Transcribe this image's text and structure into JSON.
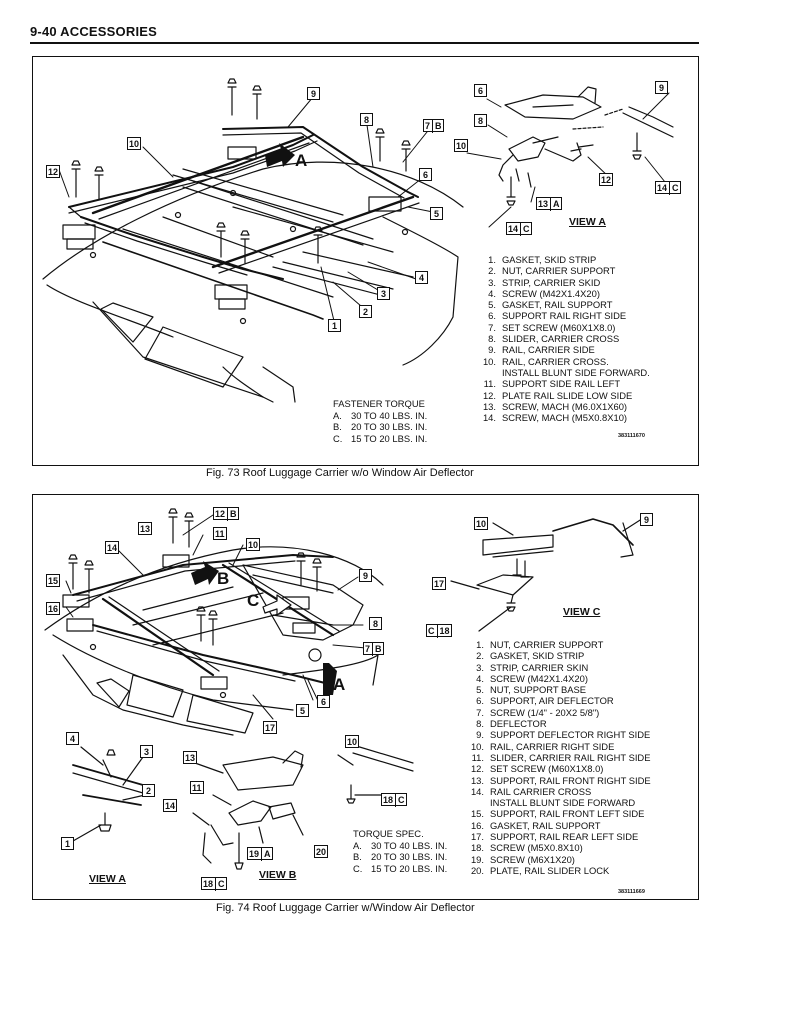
{
  "header": {
    "page": "9-40",
    "section": "ACCESSORIES"
  },
  "fig73": {
    "caption": "Fig. 73 Roof Luggage Carrier w/o Window Air Deflector",
    "view_label": "VIEW A",
    "torque_title": "FASTENER TORQUE",
    "torque": [
      {
        "l": "A.",
        "v": "30 TO 40 LBS. IN."
      },
      {
        "l": "B.",
        "v": "20 TO 30 LBS. IN."
      },
      {
        "l": "C.",
        "v": "15 TO 20 LBS. IN."
      }
    ],
    "legend": [
      {
        "n": "1.",
        "t": "GASKET, SKID STRIP"
      },
      {
        "n": "2.",
        "t": "NUT, CARRIER SUPPORT"
      },
      {
        "n": "3.",
        "t": "STRIP, CARRIER SKID"
      },
      {
        "n": "4.",
        "t": "SCREW (M42X1.4X20)"
      },
      {
        "n": "5.",
        "t": "GASKET, RAIL SUPPORT"
      },
      {
        "n": "6.",
        "t": "SUPPORT RAIL RIGHT SIDE"
      },
      {
        "n": "7.",
        "t": "SET SCREW (M60X1X8.0)"
      },
      {
        "n": "8.",
        "t": "SLIDER, CARRIER CROSS"
      },
      {
        "n": "9.",
        "t": "RAIL, CARRIER SIDE"
      },
      {
        "n": "10.",
        "t": "RAIL, CARRIER CROSS."
      },
      {
        "n": "",
        "t": "INSTALL BLUNT SIDE FORWARD."
      },
      {
        "n": "11.",
        "t": "SUPPORT SIDE RAIL LEFT"
      },
      {
        "n": "12.",
        "t": "PLATE RAIL SLIDE LOW SIDE"
      },
      {
        "n": "13.",
        "t": "SCREW, MACH (M6.0X1X60)"
      },
      {
        "n": "14.",
        "t": "SCREW, MACH (M5X0.8X10)"
      }
    ],
    "code": "383111670",
    "arrow_label": "A",
    "callouts": [
      "9",
      "8",
      "7",
      "B",
      "6",
      "5",
      "4",
      "3",
      "2",
      "1",
      "10",
      "12",
      "6",
      "9",
      "8",
      "10",
      "12",
      "13",
      "A",
      "14",
      "C",
      "14",
      "C"
    ]
  },
  "fig74": {
    "caption": "Fig. 74 Roof Luggage Carrier w/Window Air Deflector",
    "view_a": "VIEW A",
    "view_b": "VIEW B",
    "view_c": "VIEW C",
    "torque_title": "TORQUE SPEC.",
    "torque": [
      {
        "l": "A.",
        "v": "30 TO 40 LBS. IN."
      },
      {
        "l": "B.",
        "v": "20 TO 30 LBS. IN."
      },
      {
        "l": "C.",
        "v": "15 TO 20 LBS. IN."
      }
    ],
    "legend": [
      {
        "n": "1.",
        "t": "NUT, CARRIER SUPPORT"
      },
      {
        "n": "2.",
        "t": "GASKET, SKID STRIP"
      },
      {
        "n": "3.",
        "t": "STRIP, CARRIER SKIN"
      },
      {
        "n": "4.",
        "t": "SCREW (M42X1.4X20)"
      },
      {
        "n": "5.",
        "t": "NUT, SUPPORT BASE"
      },
      {
        "n": "6.",
        "t": "SUPPORT, AIR DEFLECTOR"
      },
      {
        "n": "7.",
        "t": "SCREW (1/4\" - 20X2 5/8\")"
      },
      {
        "n": "8.",
        "t": "DEFLECTOR"
      },
      {
        "n": "9.",
        "t": "SUPPORT DEFLECTOR RIGHT SIDE"
      },
      {
        "n": "10.",
        "t": "RAIL, CARRIER RIGHT SIDE"
      },
      {
        "n": "11.",
        "t": "SLIDER, CARRIER RAIL RIGHT SIDE"
      },
      {
        "n": "12.",
        "t": "SET SCREW (M60X1X8.0)"
      },
      {
        "n": "13.",
        "t": "SUPPORT, RAIL FRONT RIGHT SIDE"
      },
      {
        "n": "14.",
        "t": "RAIL CARRIER CROSS"
      },
      {
        "n": "",
        "t": "INSTALL BLUNT SIDE FORWARD"
      },
      {
        "n": "15.",
        "t": "SUPPORT, RAIL FRONT LEFT SIDE"
      },
      {
        "n": "16.",
        "t": "GASKET, RAIL SUPPORT"
      },
      {
        "n": "17.",
        "t": "SUPPORT, RAIL REAR LEFT SIDE"
      },
      {
        "n": "18.",
        "t": "SCREW (M5X0.8X10)"
      },
      {
        "n": "19.",
        "t": "SCREW (M6X1X20)"
      },
      {
        "n": "20.",
        "t": "PLATE, RAIL SLIDER LOCK"
      }
    ],
    "code": "383111669",
    "arrow_b": "B",
    "arrow_c": "C",
    "arrow_a": "A",
    "callouts": [
      "12",
      "B",
      "13",
      "11",
      "10",
      "14",
      "15",
      "9",
      "16",
      "8",
      "7",
      "B",
      "5",
      "6",
      "17",
      "4",
      "3",
      "2",
      "1",
      "13",
      "10",
      "11",
      "14",
      "18",
      "C",
      "19",
      "A",
      "20",
      "18",
      "C",
      "10",
      "9",
      "17",
      "C",
      "18"
    ]
  }
}
